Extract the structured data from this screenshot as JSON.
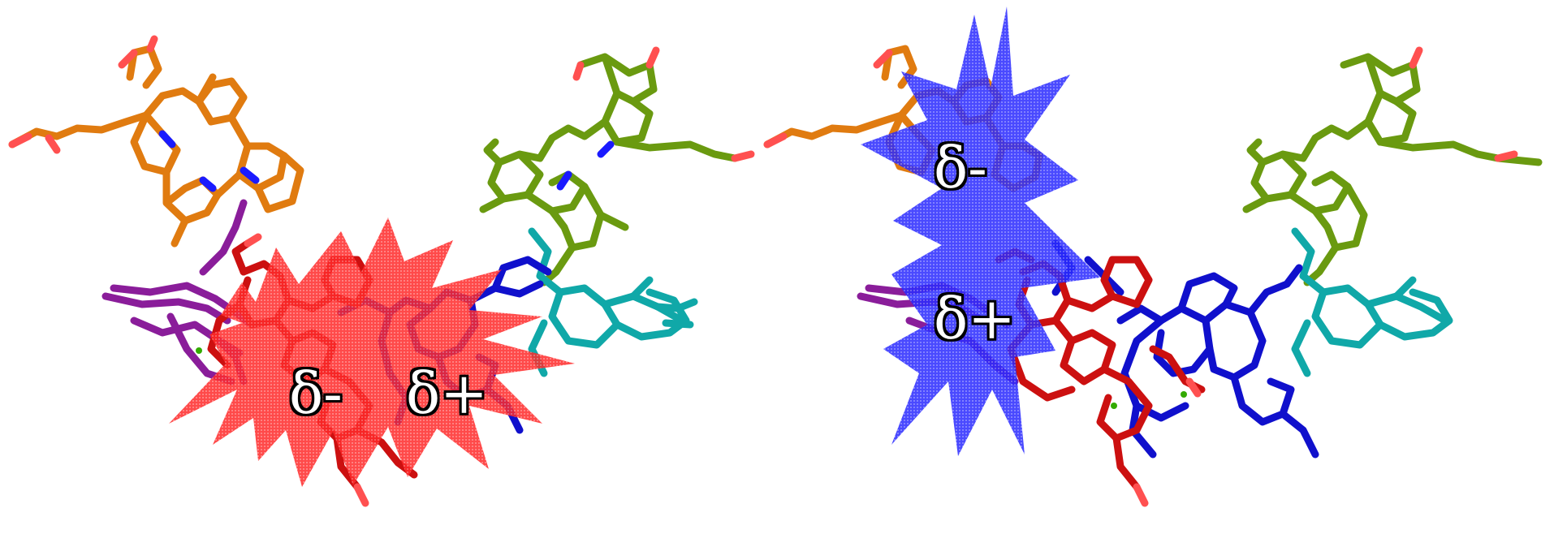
{
  "panels": [
    {
      "id": "left",
      "burst_color": "#ff0000",
      "labels": [
        "δ-",
        "δ+"
      ]
    },
    {
      "id": "right",
      "burst_color": "#0000ff",
      "labels": [
        "δ-",
        "δ+"
      ]
    }
  ],
  "colors": {
    "orange_chromophore": "#e07b10",
    "green_chromophore": "#6a9a10",
    "purple_chromophore": "#8a1d9a",
    "red_chromophore": "#cc1010",
    "blue_chromophore": "#1010cc",
    "cyan_chromophore": "#10a8a8",
    "nitrogen": "#1a1aff",
    "oxygen": "#ff5050",
    "metal_center": "#33aa00"
  }
}
